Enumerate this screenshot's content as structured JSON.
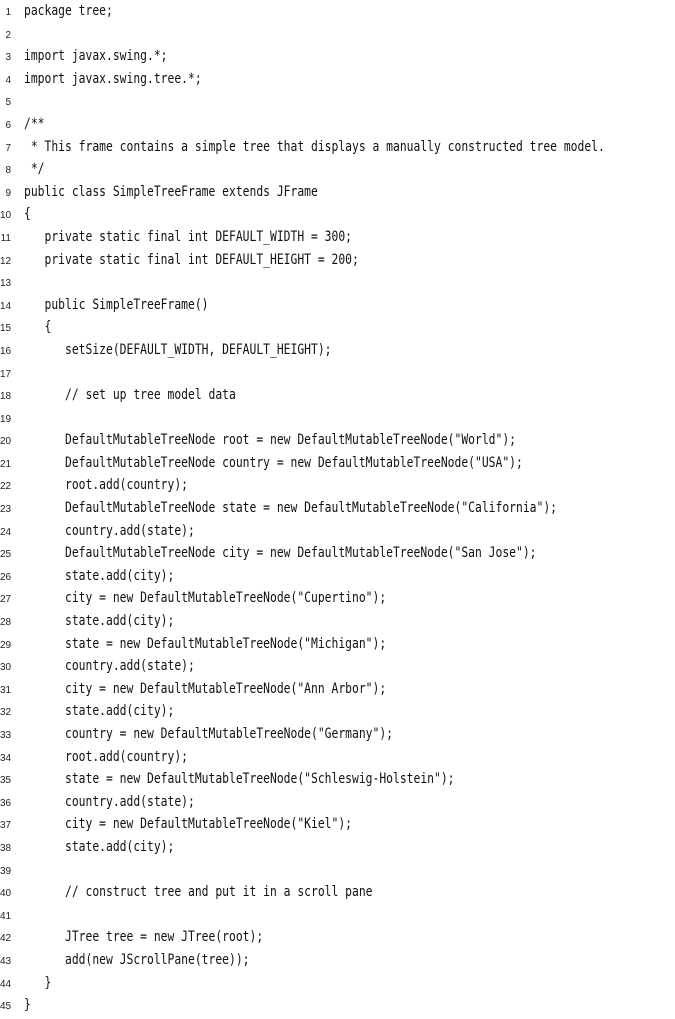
{
  "code": {
    "lines": [
      {
        "number": "1",
        "text": "package tree;"
      },
      {
        "number": "2",
        "text": ""
      },
      {
        "number": "3",
        "text": "import javax.swing.*;"
      },
      {
        "number": "4",
        "text": "import javax.swing.tree.*;"
      },
      {
        "number": "5",
        "text": ""
      },
      {
        "number": "6",
        "text": "/**"
      },
      {
        "number": "7",
        "text": " * This frame contains a simple tree that displays a manually constructed tree model."
      },
      {
        "number": "8",
        "text": " */"
      },
      {
        "number": "9",
        "text": "public class SimpleTreeFrame extends JFrame"
      },
      {
        "number": "10",
        "text": "{"
      },
      {
        "number": "11",
        "text": "   private static final int DEFAULT_WIDTH = 300;"
      },
      {
        "number": "12",
        "text": "   private static final int DEFAULT_HEIGHT = 200;"
      },
      {
        "number": "13",
        "text": ""
      },
      {
        "number": "14",
        "text": "   public SimpleTreeFrame()"
      },
      {
        "number": "15",
        "text": "   {"
      },
      {
        "number": "16",
        "text": "      setSize(DEFAULT_WIDTH, DEFAULT_HEIGHT);"
      },
      {
        "number": "17",
        "text": ""
      },
      {
        "number": "18",
        "text": "      // set up tree model data"
      },
      {
        "number": "19",
        "text": ""
      },
      {
        "number": "20",
        "text": "      DefaultMutableTreeNode root = new DefaultMutableTreeNode(\"World\");"
      },
      {
        "number": "21",
        "text": "      DefaultMutableTreeNode country = new DefaultMutableTreeNode(\"USA\");"
      },
      {
        "number": "22",
        "text": "      root.add(country);"
      },
      {
        "number": "23",
        "text": "      DefaultMutableTreeNode state = new DefaultMutableTreeNode(\"California\");"
      },
      {
        "number": "24",
        "text": "      country.add(state);"
      },
      {
        "number": "25",
        "text": "      DefaultMutableTreeNode city = new DefaultMutableTreeNode(\"San Jose\");"
      },
      {
        "number": "26",
        "text": "      state.add(city);"
      },
      {
        "number": "27",
        "text": "      city = new DefaultMutableTreeNode(\"Cupertino\");"
      },
      {
        "number": "28",
        "text": "      state.add(city);"
      },
      {
        "number": "29",
        "text": "      state = new DefaultMutableTreeNode(\"Michigan\");"
      },
      {
        "number": "30",
        "text": "      country.add(state);"
      },
      {
        "number": "31",
        "text": "      city = new DefaultMutableTreeNode(\"Ann Arbor\");"
      },
      {
        "number": "32",
        "text": "      state.add(city);"
      },
      {
        "number": "33",
        "text": "      country = new DefaultMutableTreeNode(\"Germany\");"
      },
      {
        "number": "34",
        "text": "      root.add(country);"
      },
      {
        "number": "35",
        "text": "      state = new DefaultMutableTreeNode(\"Schleswig-Holstein\");"
      },
      {
        "number": "36",
        "text": "      country.add(state);"
      },
      {
        "number": "37",
        "text": "      city = new DefaultMutableTreeNode(\"Kiel\");"
      },
      {
        "number": "38",
        "text": "      state.add(city);"
      },
      {
        "number": "39",
        "text": ""
      },
      {
        "number": "40",
        "text": "      // construct tree and put it in a scroll pane"
      },
      {
        "number": "41",
        "text": ""
      },
      {
        "number": "42",
        "text": "      JTree tree = new JTree(root);"
      },
      {
        "number": "43",
        "text": "      add(new JScrollPane(tree));"
      },
      {
        "number": "44",
        "text": "   }"
      },
      {
        "number": "45",
        "text": "}"
      }
    ]
  }
}
